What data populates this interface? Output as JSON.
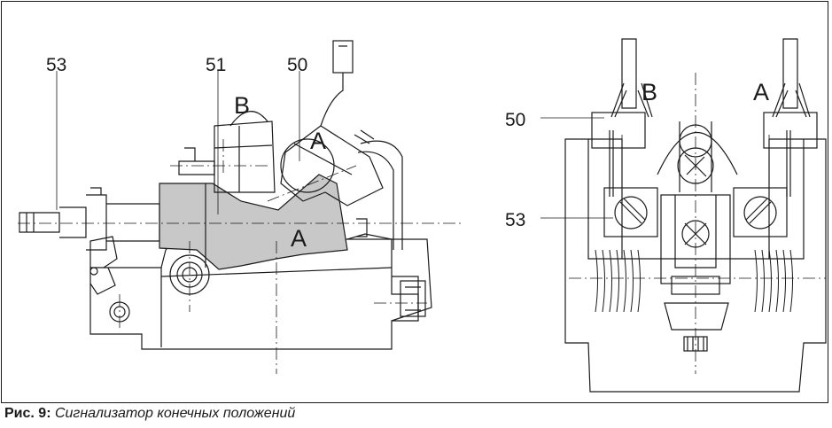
{
  "labels": {
    "left_53": "53",
    "left_51": "51",
    "left_50": "50",
    "left_b": "B",
    "left_a_upper": "A",
    "left_a_lower": "A",
    "right_50": "50",
    "right_53": "53",
    "right_b": "B",
    "right_a": "A"
  },
  "caption": {
    "label": "Рис. 9:",
    "text": " Сигнализатор конечных положений"
  },
  "colors": {
    "highlight_fill": "#c8c8c8",
    "line": "#1a1a1a"
  }
}
